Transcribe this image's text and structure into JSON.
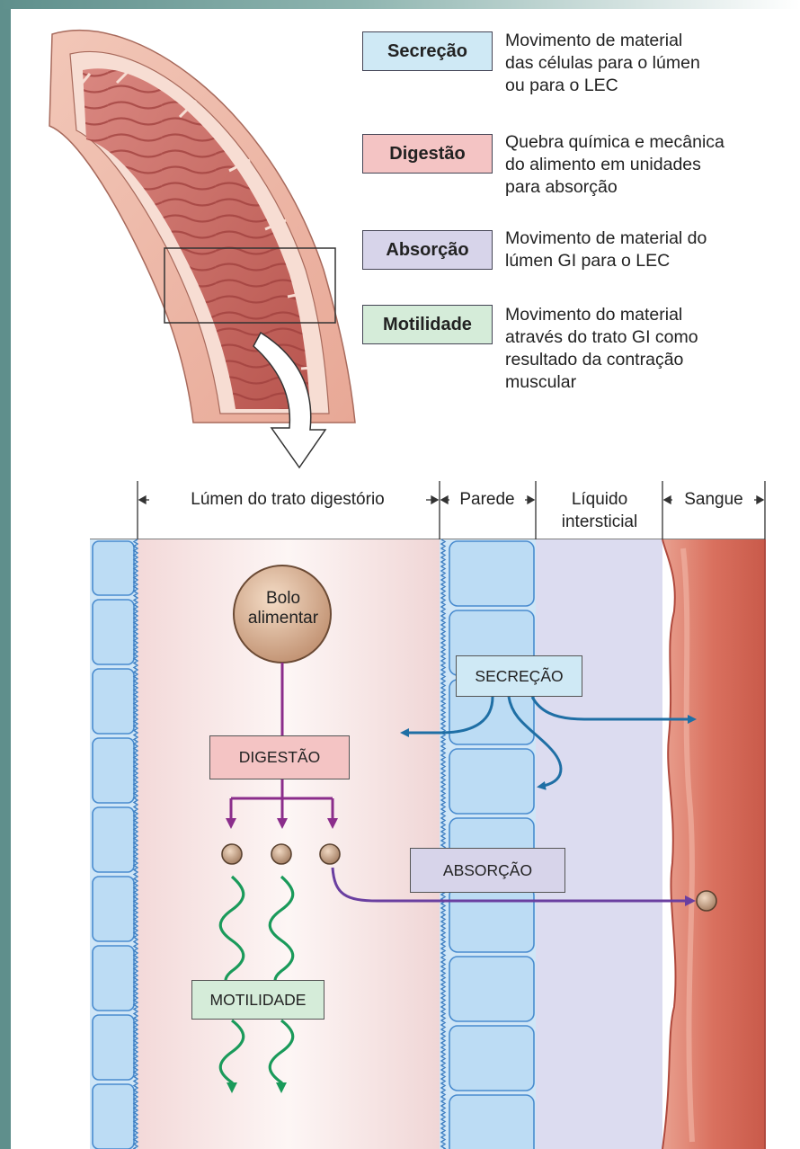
{
  "legend": [
    {
      "term": "Secreção",
      "description_lines": [
        "Movimento de material",
        "das células para o lúmen",
        "ou para o LEC"
      ],
      "color": "#cfe9f5"
    },
    {
      "term": "Digestão",
      "description_lines": [
        "Quebra química e mecânica",
        "do alimento em unidades",
        "para absorção"
      ],
      "color": "#f4c4c4"
    },
    {
      "term": "Absorção",
      "description_lines": [
        "Movimento de material do",
        "lúmen GI para o LEC"
      ],
      "color": "#d7d4ea"
    },
    {
      "term": "Motilidade",
      "description_lines": [
        "Movimento do material",
        "através do trato GI como",
        "resultado da contração",
        "muscular"
      ],
      "color": "#d5ecd9"
    }
  ],
  "columns": {
    "lumen": "Lúmen do trato digestório",
    "wall": "Parede",
    "interstitial_line1": "Líquido",
    "interstitial_line2": "intersticial",
    "blood": "Sangue"
  },
  "bolus": {
    "line1": "Bolo",
    "line2": "alimentar"
  },
  "process_labels": {
    "secretion": "SECREÇÃO",
    "digestion": "DIGESTÃO",
    "absorption": "ABSORÇÃO",
    "motility": "MOTILIDADE"
  },
  "colors": {
    "secretion_arrow": "#1f6fa5",
    "digestion_arrow": "#8b2d8b",
    "absorption_arrow": "#6a3fa0",
    "motility_arrow": "#1a9a5a",
    "frame": "#5f8f8c"
  }
}
